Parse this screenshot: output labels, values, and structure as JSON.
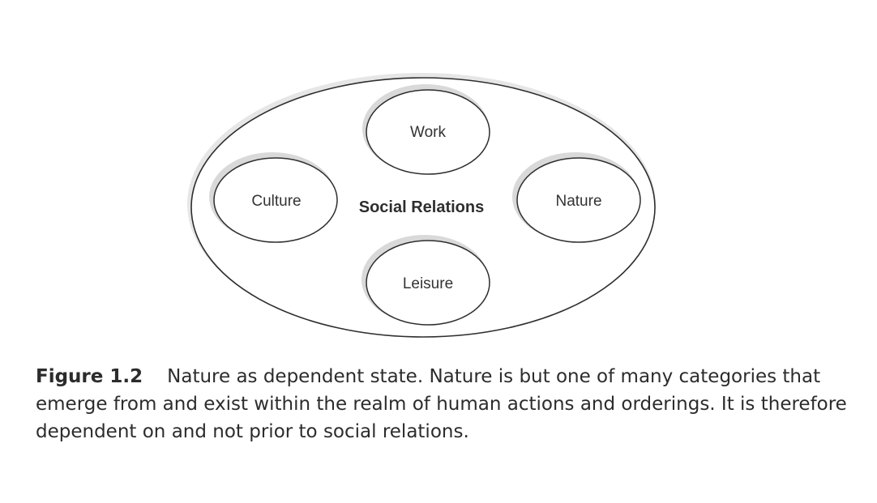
{
  "diagram": {
    "outer_label": "Social Relations",
    "nodes": {
      "work": "Work",
      "culture": "Culture",
      "nature": "Nature",
      "leisure": "Leisure"
    }
  },
  "caption": {
    "figure_number": "Figure 1.2",
    "text": "Nature as dependent state. Nature is but one of many categories that emerge from and exist within the realm of human actions and orderings. It is therefore dependent on and not prior to social relations."
  }
}
